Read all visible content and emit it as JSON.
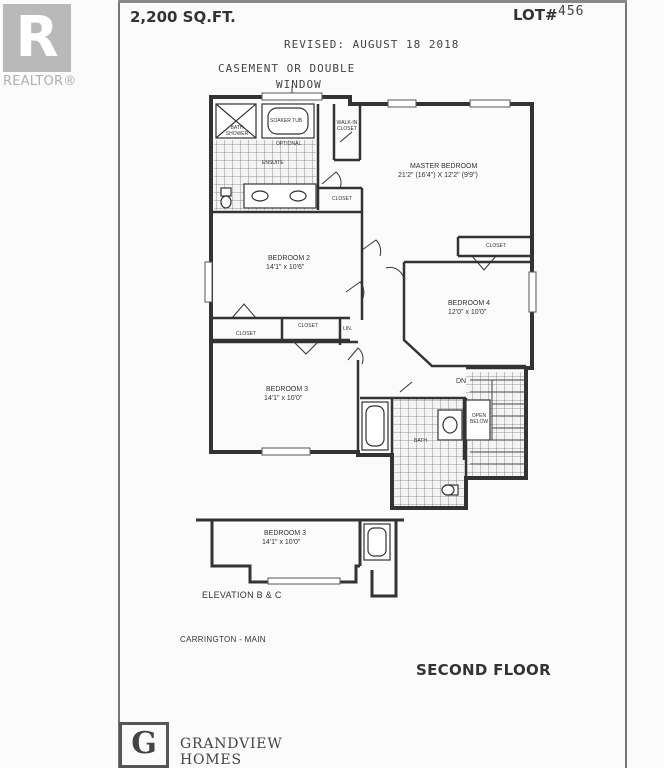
{
  "header": {
    "area": "2,200 SQ.FT.",
    "lot_label": "LOT#",
    "lot_value": "456",
    "revised": "REVISED: AUGUST 18 2018",
    "casement_note_1": "CASEMENT OR DOUBLE",
    "casement_note_2": "WINDOW"
  },
  "watermark": {
    "letter": "R",
    "label": "REALTOR®"
  },
  "rooms": {
    "master_title": "MASTER BEDROOM",
    "master_dims": "21'2\" (16'4\") X 12'2\" (9'9\")",
    "bed2_title": "BEDROOM 2",
    "bed2_dims": "14'1\" x 10'6\"",
    "bed3_title": "BEDROOM 3",
    "bed3_dims": "14'1\" x 10'0\"",
    "bed4_title": "BEDROOM 4",
    "bed4_dims": "12'0\" x 10'0\"",
    "ensuite": "ENSUITE",
    "bath_shower": "BATH SHOWER",
    "soaker_tub": "SOAKER TUB",
    "optional": "OPTIONAL",
    "walk_in_closet": "WALK-IN CLOSET",
    "closet": "CLOSET",
    "linen": "LIN.",
    "bath": "BATH",
    "dn": "DN",
    "open_to_below": "OPEN BELOW"
  },
  "elevation": {
    "bed3_title": "BEDROOM 3",
    "bed3_dims": "14'1\" x 10'0\"",
    "label": "ELEVATION B & C"
  },
  "model": "CARRINGTON - MAIN",
  "floor_label": "SECOND FLOOR",
  "brand": {
    "initial": "G",
    "line1": "GRANDVIEW",
    "line2": "HOMES"
  }
}
